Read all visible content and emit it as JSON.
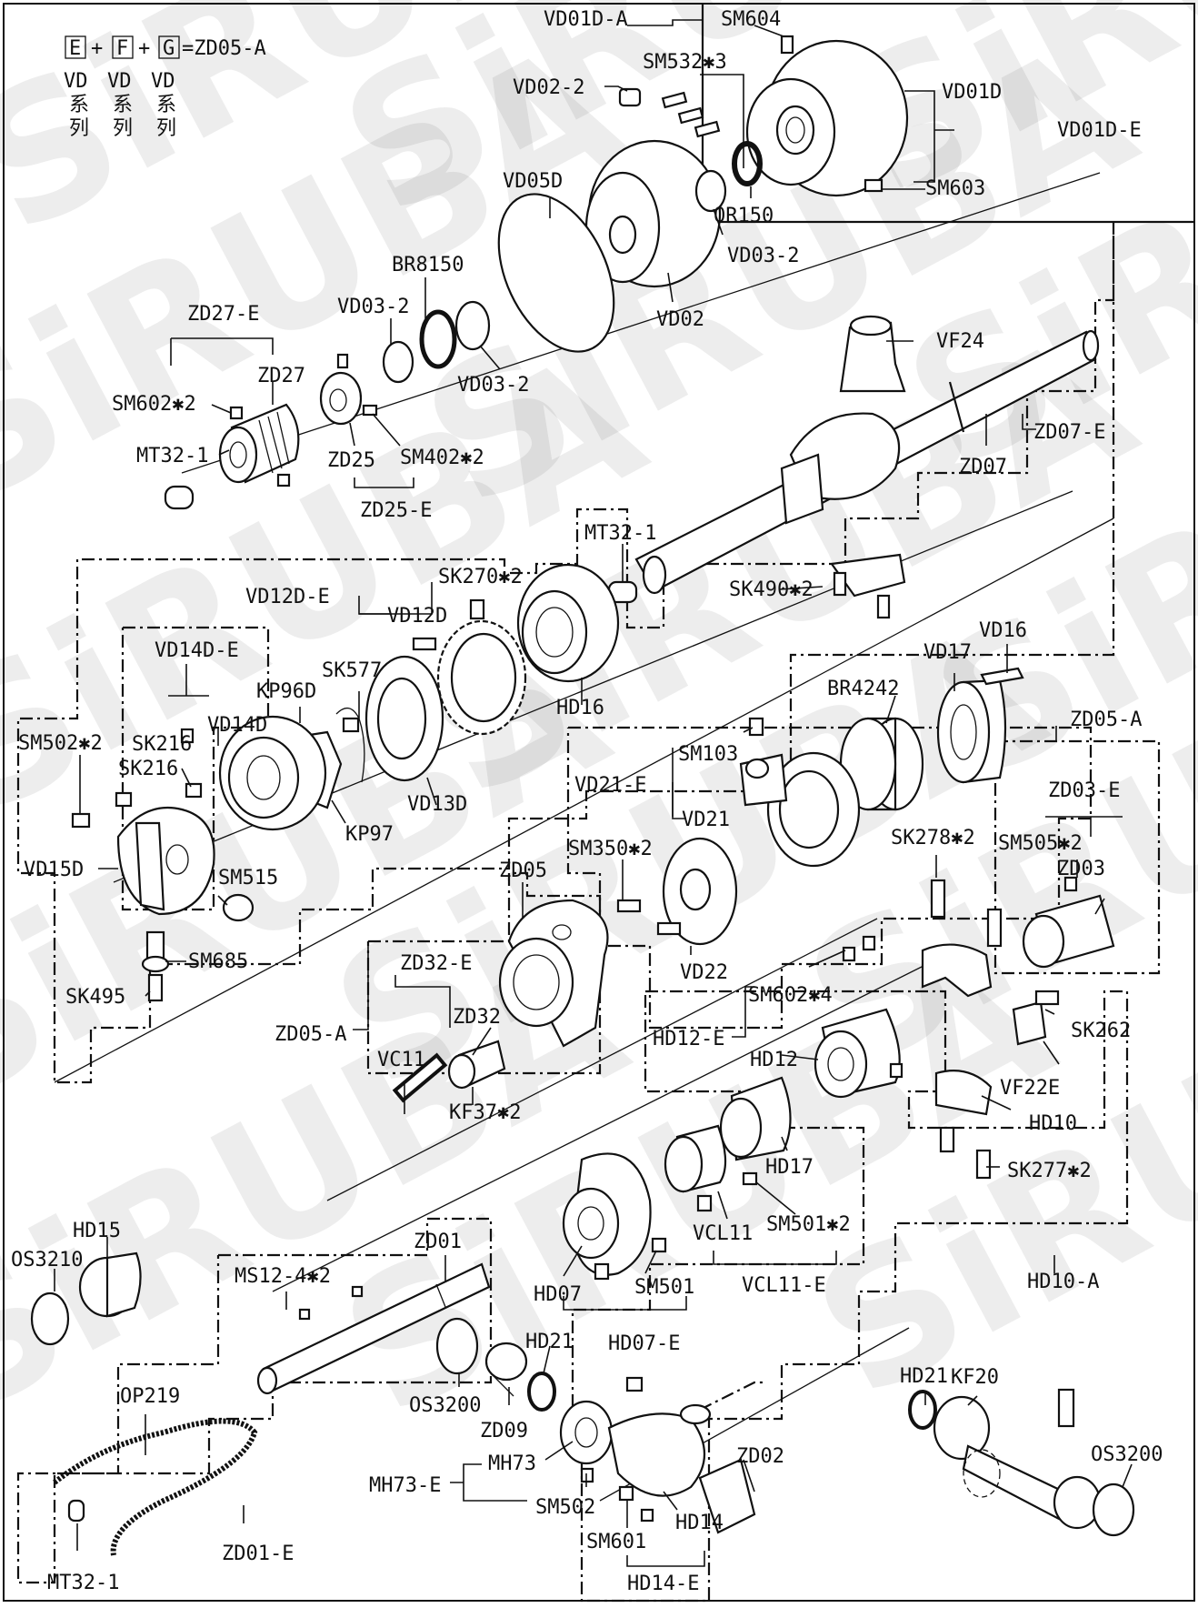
{
  "legend": {
    "formula": [
      "E",
      "+",
      "F",
      "+",
      "G",
      "=ZD05-A"
    ],
    "series_text": [
      "VD",
      "VD",
      "VD"
    ],
    "kanji_row1": [
      "系",
      "系",
      "系"
    ],
    "kanji_row2": [
      "列",
      "列",
      "列"
    ]
  },
  "watermark": "SiRUBA",
  "labels": [
    "VD01D-A",
    "SM604",
    "SM532*3",
    "VD02-2",
    "VD01D",
    "VD01D-E",
    "SM603",
    "OR150",
    "VD05D",
    "VD03-2",
    "VD02",
    "BR8150",
    "VD03-2",
    "VD03-2",
    "VF24",
    "ZD27-E",
    "ZD27",
    "SM602*2",
    "MT32-1",
    "ZD25",
    "SM402*2",
    "ZD25-E",
    "ZD07-E",
    "ZD07",
    "MT32-1",
    "SK270*2",
    "VD12D-E",
    "VD12D",
    "SK490*2",
    "VD16",
    "VD17",
    "VD14D-E",
    "KP96D",
    "SK577",
    "HD16",
    "BR4242",
    "ZD05-A",
    "SK216",
    "VD14D",
    "SM502*2",
    "SM103",
    "ZD03-E",
    "SK216",
    "VD21-E",
    "VD21",
    "KP97",
    "VD13D",
    "SK278*2",
    "SM505*2",
    "ZD03",
    "VD15D",
    "SM515",
    "SM350*2",
    "ZD05",
    "VD22",
    "SM685",
    "SK495",
    "ZD32-E",
    "SM602*4",
    "SK262",
    "ZD05-A",
    "ZD32",
    "HD12-E",
    "HD12",
    "VC11",
    "VF22E",
    "KF37*2",
    "HD10",
    "HD17",
    "SK277*2",
    "SM501*2",
    "VCL11",
    "HD15",
    "ZD01",
    "OS3210",
    "MS12-4*2",
    "HD07",
    "SM501",
    "VCL11-E",
    "HD10-A",
    "HD07-E",
    "HD21",
    "OP219",
    "HD21",
    "KF20",
    "OS3200",
    "OS3200",
    "ZD09",
    "MH73",
    "ZD02",
    "MH73-E",
    "SM502",
    "HD14",
    "SM601",
    "ZD01-E",
    "MT32-1",
    "HD14-E"
  ]
}
